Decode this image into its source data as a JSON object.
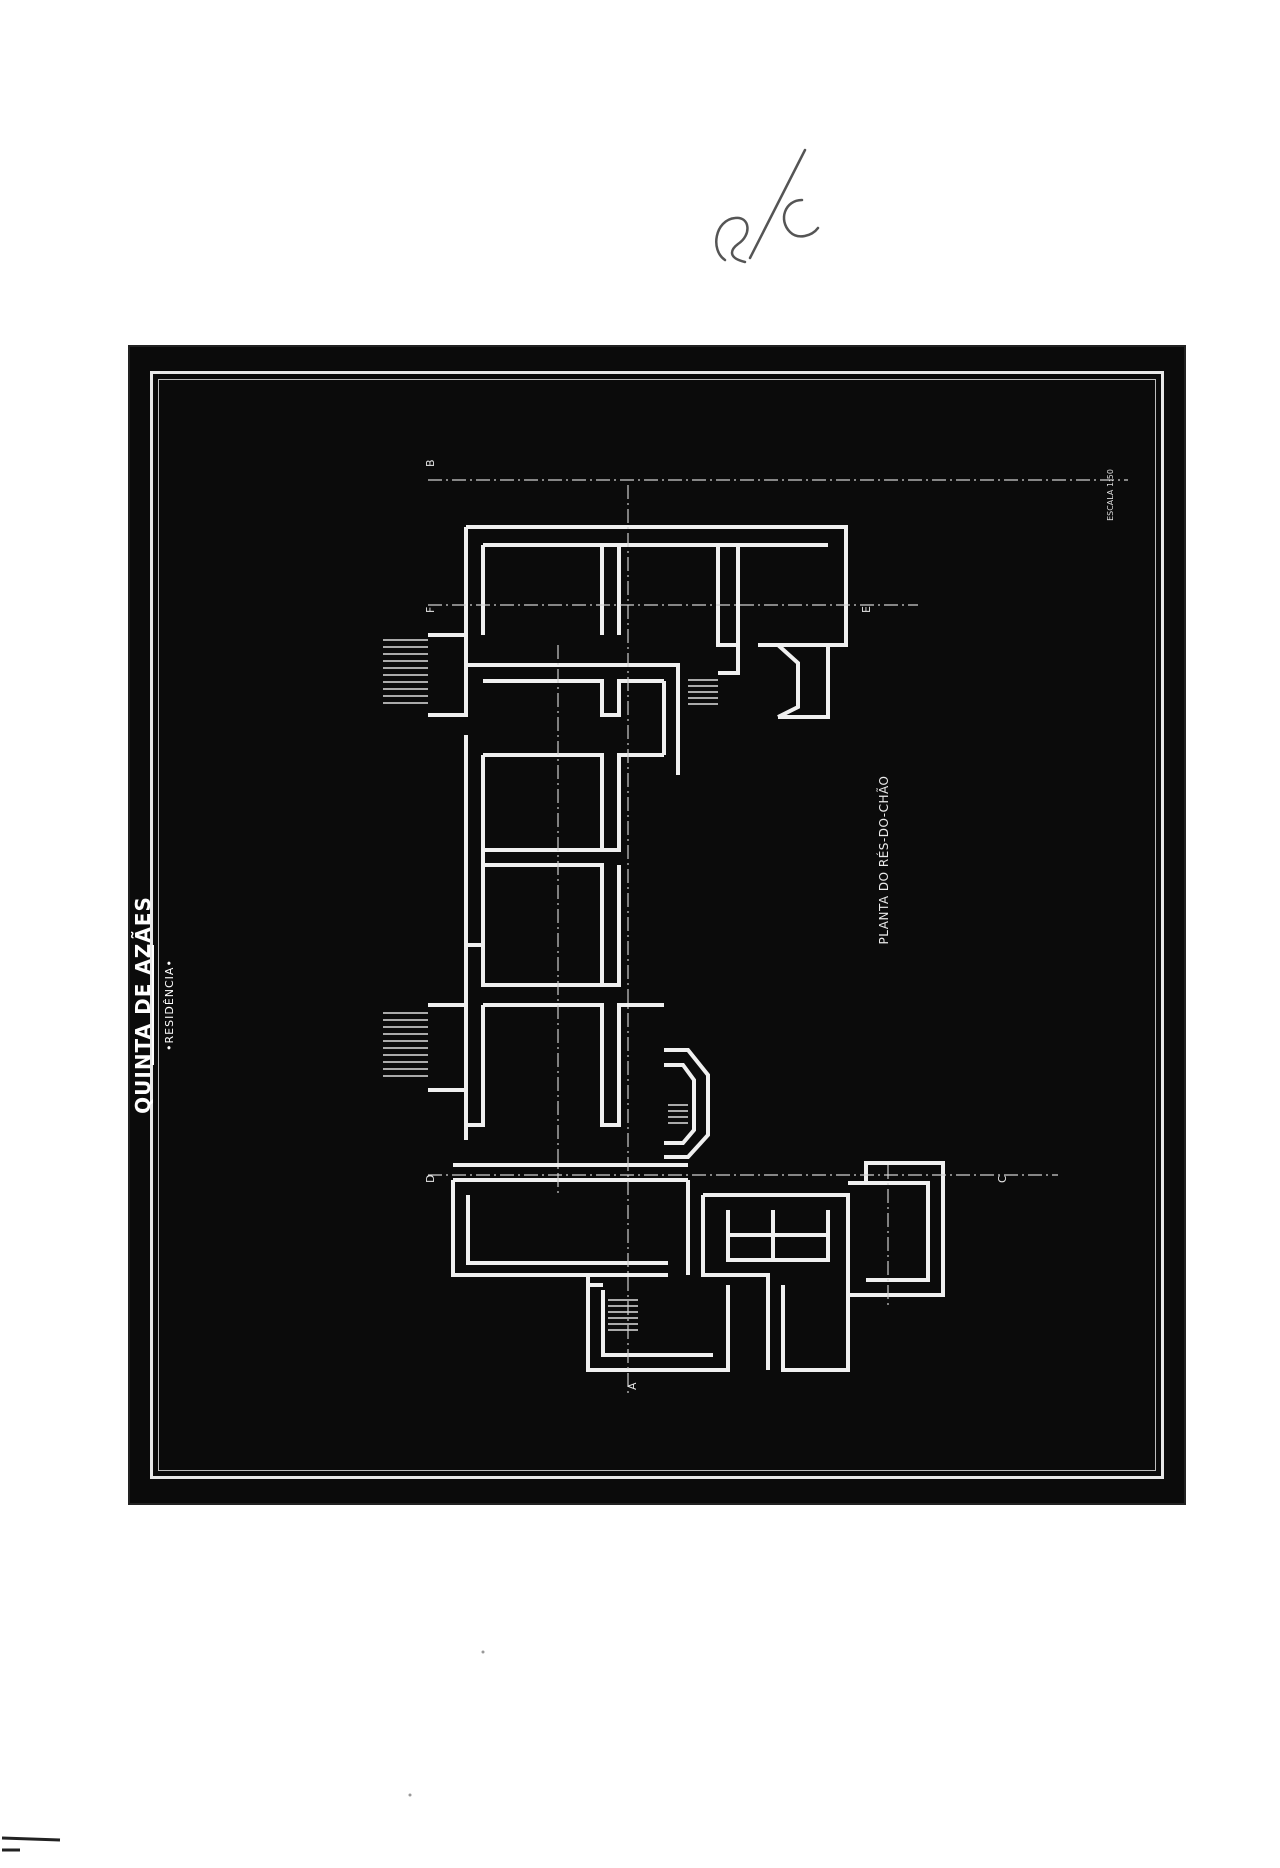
{
  "sheet": {
    "title": "QUINTA DE AZÃES",
    "subtitle": "•RESIDÊNCIA•",
    "plan_title": "PLANTA DO RÉS-DO-CHÃO",
    "scale": "ESCALA 1:50",
    "section_markers": [
      "A",
      "B",
      "C",
      "D",
      "E",
      "F"
    ]
  },
  "annotation": {
    "handwriting": "R/c"
  },
  "colors": {
    "paper": "#ffffff",
    "sheet": "#0b0b0b",
    "lines": "#f0f0f0"
  }
}
